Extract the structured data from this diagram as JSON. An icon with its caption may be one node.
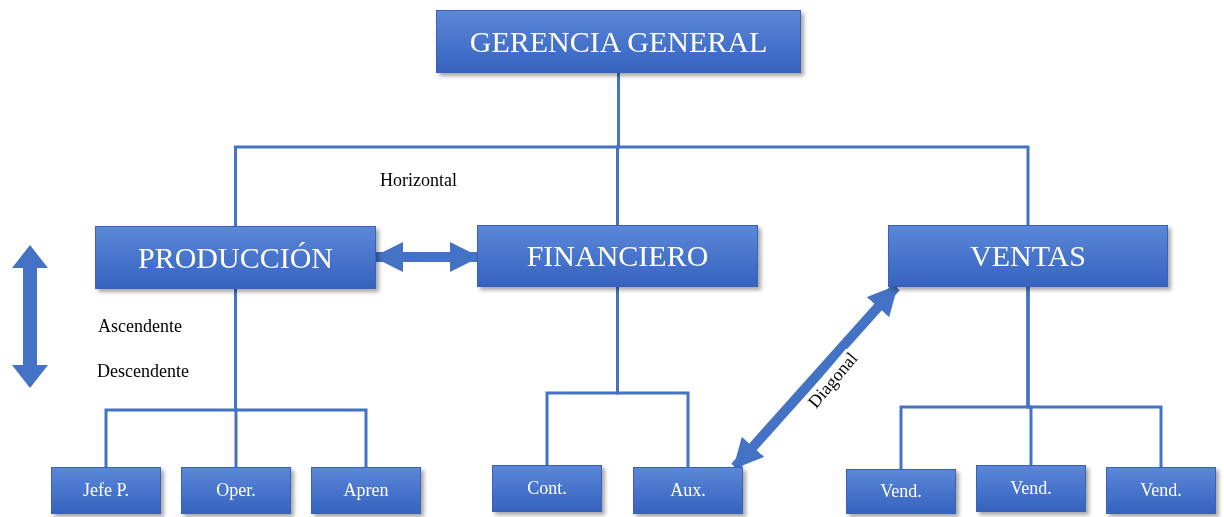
{
  "diagram": {
    "nodes": [
      {
        "text": [
          "GERENCIA GENERAL"
        ]
      },
      {
        "text": [
          "PRODUCCIÓN"
        ]
      },
      {
        "text": [
          "FINANCIERO"
        ]
      },
      {
        "text": [
          "VENTAS"
        ]
      },
      {
        "text": [
          "Jefe P."
        ]
      },
      {
        "text": [
          "Oper."
        ]
      },
      {
        "text": [
          "Apren"
        ]
      },
      {
        "text": [
          "Cont."
        ]
      },
      {
        "text": [
          "Aux."
        ]
      },
      {
        "text": [
          "Vend."
        ]
      },
      {
        "text": [
          "Vend."
        ]
      },
      {
        "text": [
          "Vend."
        ]
      }
    ],
    "edges": [
      {
        "from": 0,
        "to": 1,
        "arrow": "none"
      },
      {
        "from": 0,
        "to": 2,
        "arrow": "none"
      },
      {
        "from": 0,
        "to": 3,
        "arrow": "none"
      },
      {
        "from": 1,
        "to": 2,
        "arrow": "both",
        "label": "Horizontal",
        "style": "thick"
      },
      {
        "from": 8,
        "to": 3,
        "arrow": "both",
        "label": "Diagonal",
        "style": "thick"
      },
      {
        "from": 1,
        "to": 4,
        "arrow": "none"
      },
      {
        "from": 1,
        "to": 5,
        "arrow": "none"
      },
      {
        "from": 1,
        "to": 6,
        "arrow": "none"
      },
      {
        "from": 2,
        "to": 7,
        "arrow": "none"
      },
      {
        "from": 2,
        "to": 8,
        "arrow": "none"
      },
      {
        "from": 3,
        "to": 9,
        "arrow": "none"
      },
      {
        "from": 3,
        "to": 10,
        "arrow": "none"
      },
      {
        "from": 3,
        "to": 11,
        "arrow": "none"
      }
    ],
    "labels": [
      "Ascendente",
      "Descendente"
    ]
  }
}
